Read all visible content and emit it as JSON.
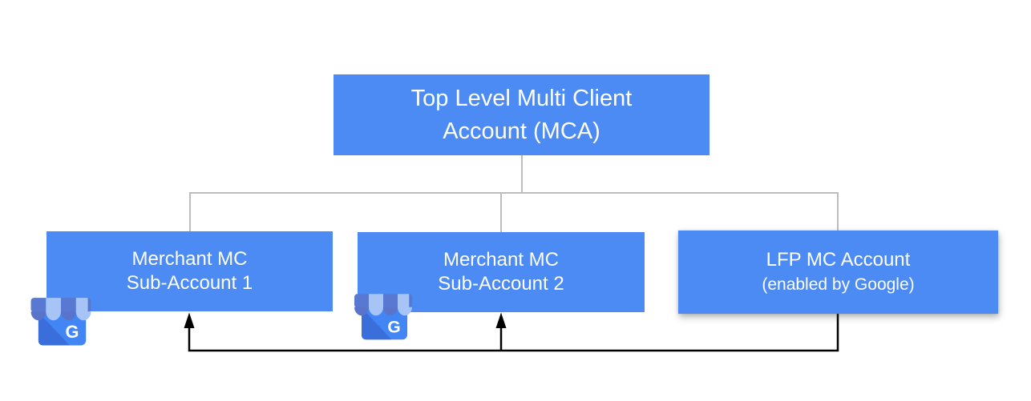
{
  "diagram": {
    "boxes": {
      "root": {
        "line1": "Top Level Multi Client",
        "line2": "Account (MCA)"
      },
      "sub1": {
        "line1": "Merchant MC",
        "line2": "Sub-Account 1"
      },
      "sub2": {
        "line1": "Merchant MC",
        "line2": "Sub-Account 2"
      },
      "lfp": {
        "line1": "LFP MC Account",
        "line2": "(enabled by Google)"
      }
    },
    "hierarchy": {
      "parent": "root",
      "children": [
        "sub1",
        "sub2",
        "lfp"
      ]
    },
    "arrows": [
      {
        "from": "lfp",
        "to": "sub1"
      },
      {
        "from": "lfp",
        "to": "sub2"
      }
    ],
    "icons": [
      {
        "name": "google-my-business-icon",
        "attached_to": "sub1"
      },
      {
        "name": "google-my-business-icon",
        "attached_to": "sub2"
      }
    ],
    "colors": {
      "box_fill": "#4c8bf4",
      "box_text": "#ffffff",
      "tree_line": "#bdbdbd",
      "arrow_line": "#000000",
      "gmb_body": "#4285f4",
      "gmb_body_shade": "#3a6fdb",
      "gmb_awning_band": "#5878d2",
      "gmb_awning_dark": "#5b74cb",
      "gmb_awning_light": "#a6c4f6"
    }
  }
}
